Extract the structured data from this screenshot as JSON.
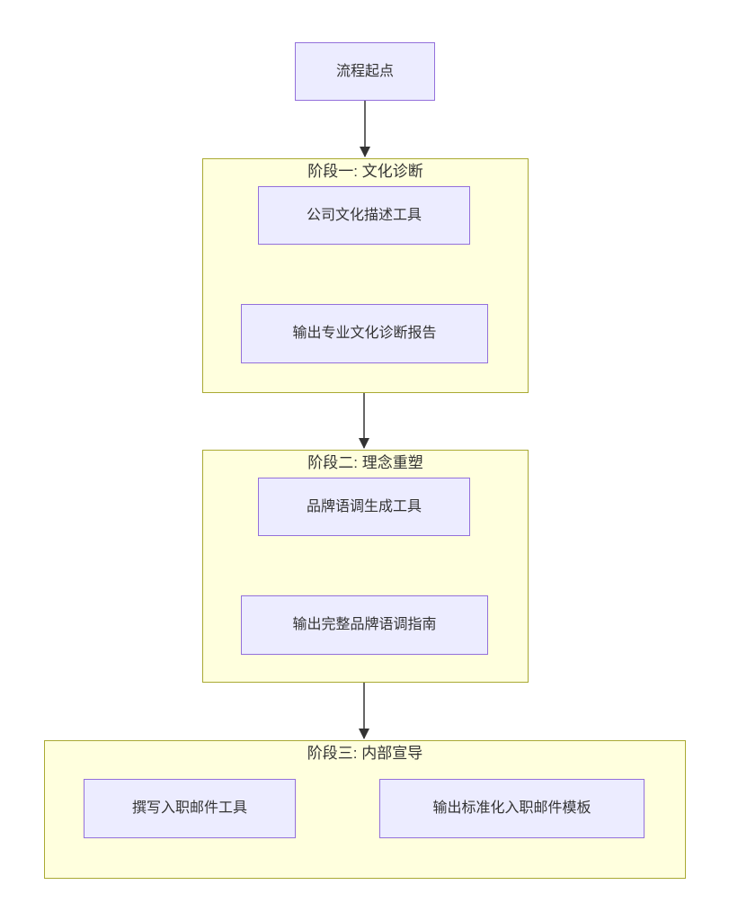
{
  "diagram": {
    "type": "flowchart",
    "direction": "top-down",
    "start_node": {
      "label": "流程起点"
    },
    "phases": [
      {
        "title": "阶段一: 文化诊断",
        "nodes": [
          {
            "label": "公司文化描述工具"
          },
          {
            "label": "输出专业文化诊断报告"
          }
        ]
      },
      {
        "title": "阶段二: 理念重塑",
        "nodes": [
          {
            "label": "品牌语调生成工具"
          },
          {
            "label": "输出完整品牌语调指南"
          }
        ]
      },
      {
        "title": "阶段三: 内部宣导",
        "nodes": [
          {
            "label": "撰写入职邮件工具"
          },
          {
            "label": "输出标准化入职邮件模板"
          }
        ]
      }
    ],
    "edges": [
      {
        "from": "流程起点",
        "to": "阶段一: 文化诊断"
      },
      {
        "from": "公司文化描述工具",
        "to": "输出专业文化诊断报告"
      },
      {
        "from": "输出专业文化诊断报告",
        "to": "阶段二: 理念重塑"
      },
      {
        "from": "品牌语调生成工具",
        "to": "输出完整品牌语调指南"
      },
      {
        "from": "输出完整品牌语调指南",
        "to": "阶段三: 内部宣导"
      },
      {
        "from": "撰写入职邮件工具",
        "to": "输出标准化入职邮件模板"
      }
    ],
    "colors": {
      "node_fill": "#ECECFF",
      "node_border": "#9370DB",
      "cluster_fill": "#FFFFDE",
      "cluster_border": "#AAAA33",
      "arrow": "#333333",
      "text": "#333333"
    }
  }
}
